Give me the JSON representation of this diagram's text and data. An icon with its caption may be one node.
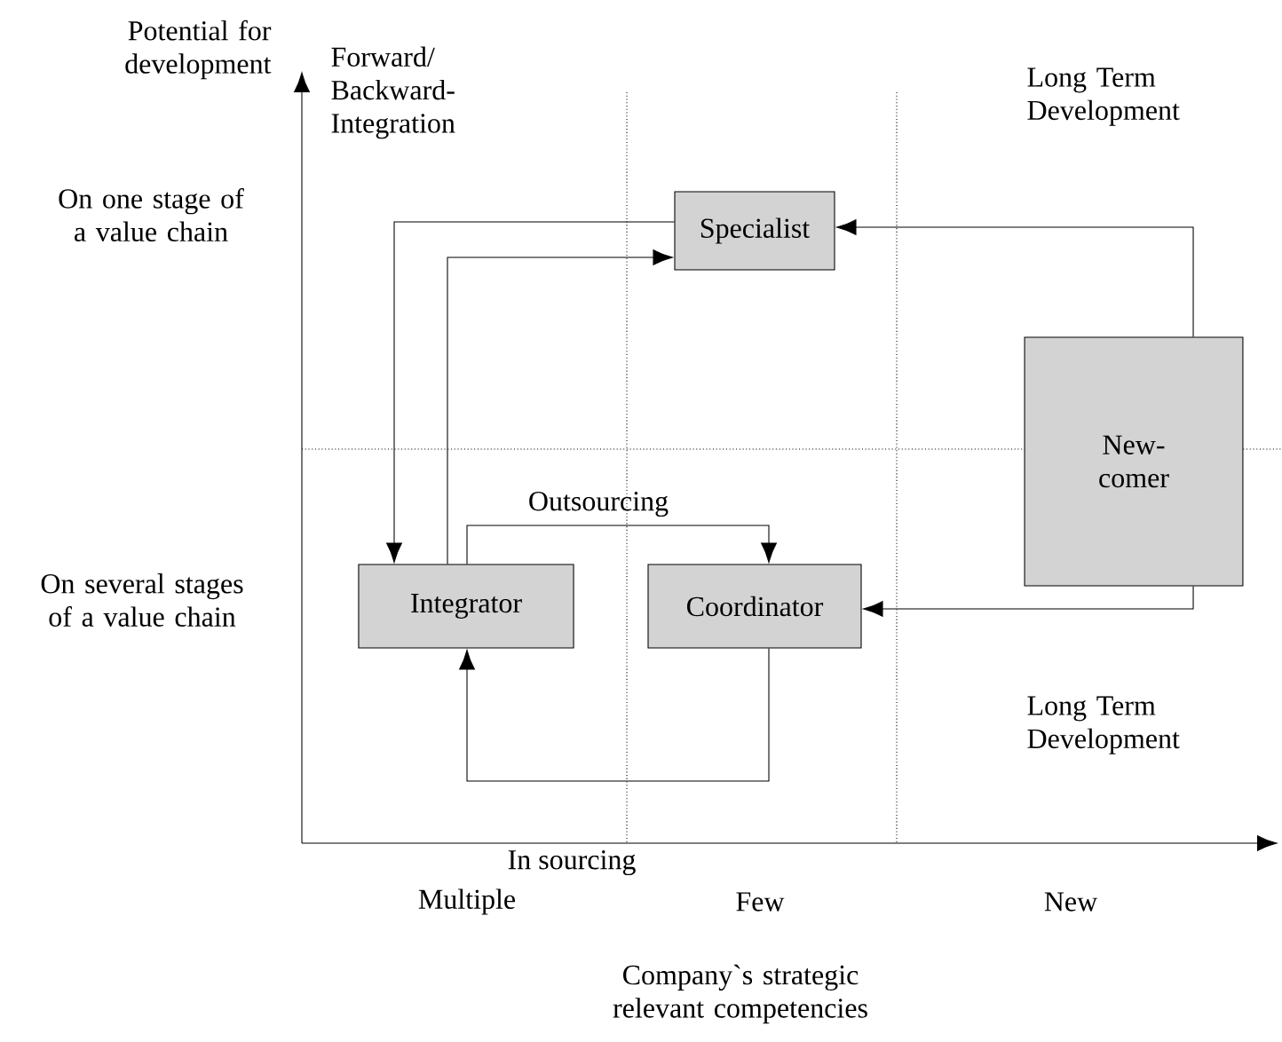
{
  "diagram": {
    "nodes": [
      {
        "text": [
          "Specialist"
        ]
      },
      {
        "text": [
          "New-comer"
        ]
      },
      {
        "text": [
          "Integrator"
        ]
      },
      {
        "text": [
          "Coordinator"
        ]
      }
    ],
    "edges": [
      {
        "from": 0,
        "to": 2,
        "arrow": "to"
      },
      {
        "from": 2,
        "to": 0,
        "arrow": "to"
      },
      {
        "from": 2,
        "to": 3,
        "arrow": "to",
        "label": "Outsourcing"
      },
      {
        "from": 3,
        "to": 2,
        "arrow": "to",
        "label": "In sourcing"
      },
      {
        "from": 1,
        "to": 0,
        "arrow": "to"
      },
      {
        "from": 1,
        "to": 3,
        "arrow": "to"
      }
    ],
    "labels": [
      "Potential for development",
      "Forward/ Backward-Integration",
      "Long Term Development",
      "On one stage of a value chain",
      "On several stages of a value chain",
      "Long Term Development",
      "Multiple",
      "Few",
      "New",
      "Company`s strategic relevant competencies"
    ]
  }
}
